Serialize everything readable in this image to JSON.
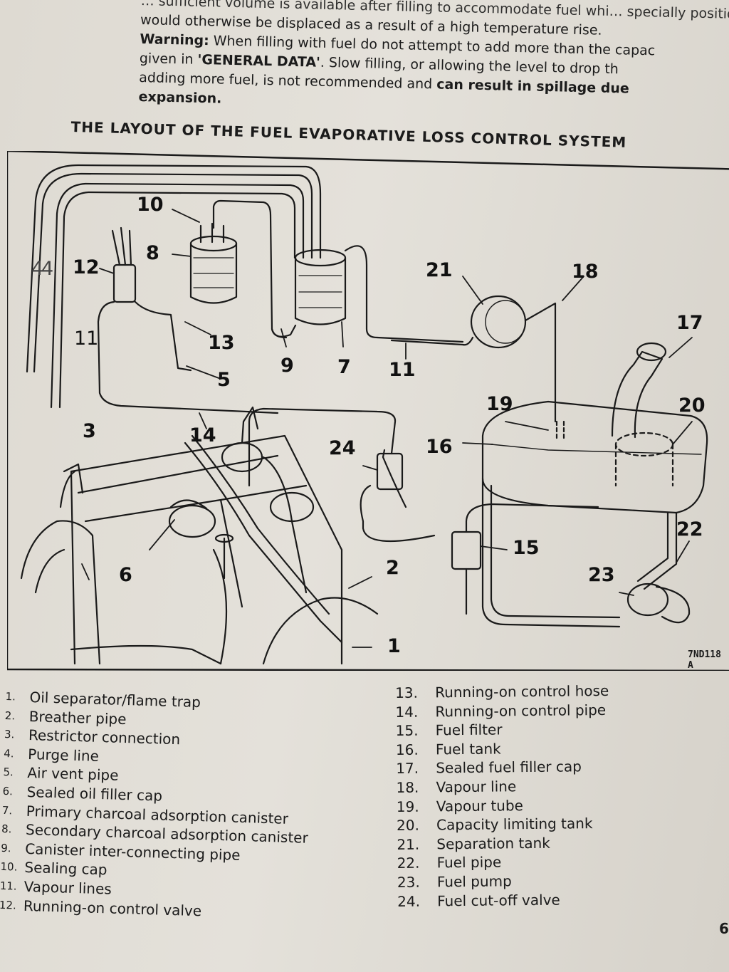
{
  "intro": {
    "line1": "would otherwise be displaced as a result of a high temperature rise.",
    "line0": "… sufficient volume is available after filling to accommodate fuel whi… specially positioned filler vent tu",
    "warning_label": "Warning:",
    "warning_text_a": " When filling with fuel do not attempt to add more than the capac",
    "warning_text_b": "given in ",
    "general_data": "'GENERAL DATA'",
    "warning_text_c": ". Slow filling, or allowing the level to drop th",
    "warning_text_d": "adding more fuel, is not recommended and ",
    "warning_bold_end": "can result in spillage due",
    "expansion": "expansion."
  },
  "diagram": {
    "title": "THE LAYOUT OF THE FUEL EVAPORATIVE LOSS CONTROL SYSTEM",
    "figure_ref": "7ND118 A",
    "callouts": [
      "1",
      "2",
      "3",
      "4",
      "5",
      "6",
      "7",
      "8",
      "9",
      "10",
      "11",
      "11",
      "11",
      "12",
      "13",
      "14",
      "15",
      "16",
      "17",
      "18",
      "19",
      "20",
      "21",
      "22",
      "23",
      "24"
    ]
  },
  "legend_left": [
    {
      "num": "1.",
      "text": "Oil separator/flame trap"
    },
    {
      "num": "2.",
      "text": "Breather pipe"
    },
    {
      "num": "3.",
      "text": "Restrictor connection"
    },
    {
      "num": "4.",
      "text": "Purge line"
    },
    {
      "num": "5.",
      "text": "Air vent pipe"
    },
    {
      "num": "6.",
      "text": "Sealed oil filler cap"
    },
    {
      "num": "7.",
      "text": "Primary charcoal adsorption canister"
    },
    {
      "num": "8.",
      "text": "Secondary charcoal adsorption canister"
    },
    {
      "num": "9.",
      "text": "Canister inter-connecting pipe"
    },
    {
      "num": "10.",
      "text": "Sealing cap"
    },
    {
      "num": "11.",
      "text": "Vapour lines"
    },
    {
      "num": "12.",
      "text": "Running-on control valve"
    }
  ],
  "legend_right": [
    {
      "num": "13.",
      "text": "Running-on control hose"
    },
    {
      "num": "14.",
      "text": "Running-on control pipe"
    },
    {
      "num": "15.",
      "text": "Fuel filter"
    },
    {
      "num": "16.",
      "text": "Fuel tank"
    },
    {
      "num": "17.",
      "text": "Sealed fuel filler cap"
    },
    {
      "num": "18.",
      "text": "Vapour line"
    },
    {
      "num": "19.",
      "text": "Vapour tube"
    },
    {
      "num": "20.",
      "text": "Capacity limiting tank"
    },
    {
      "num": "21.",
      "text": "Separation tank"
    },
    {
      "num": "22.",
      "text": "Fuel pipe"
    },
    {
      "num": "23.",
      "text": "Fuel pump"
    },
    {
      "num": "24.",
      "text": "Fuel cut-off valve"
    }
  ],
  "page_number": "6"
}
